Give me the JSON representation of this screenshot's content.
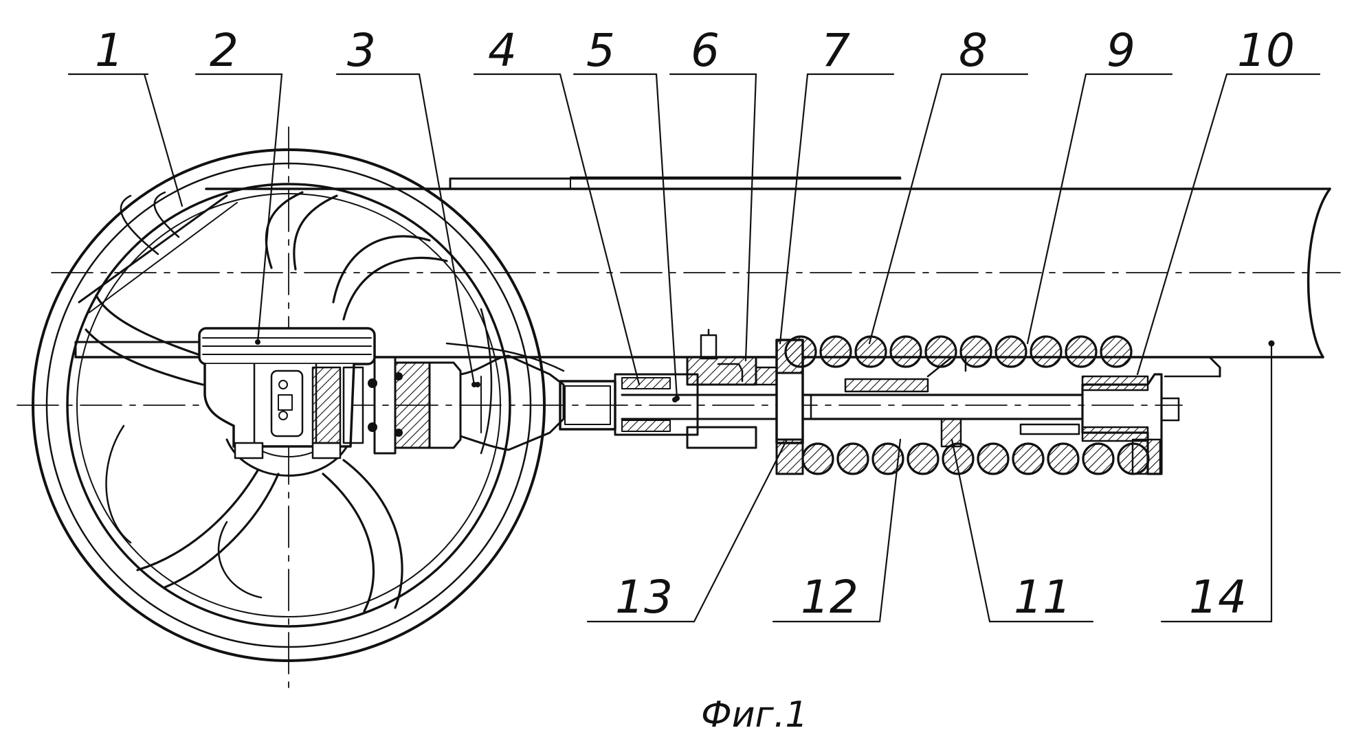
{
  "figure": {
    "caption": "Фиг.1",
    "line_color": "#111111",
    "background": "#ffffff"
  },
  "callouts_top": [
    "1",
    "2",
    "3",
    "4",
    "5",
    "6",
    "7",
    "8",
    "9",
    "10"
  ],
  "callouts_bottom": [
    "13",
    "12",
    "11",
    "14"
  ]
}
